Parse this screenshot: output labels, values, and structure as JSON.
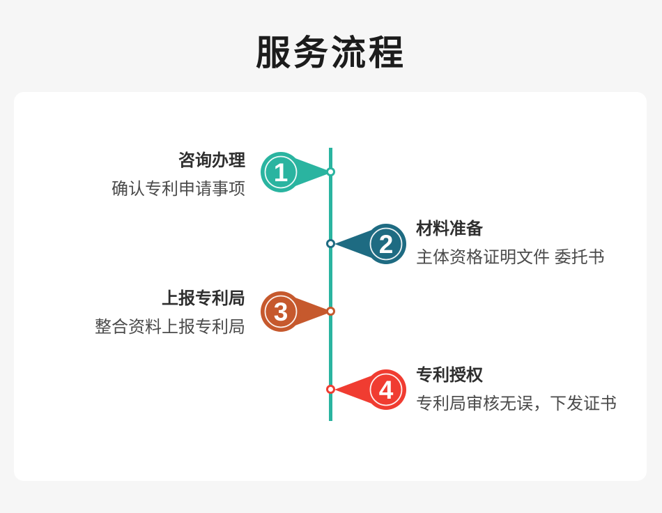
{
  "header": {
    "title": "服务流程"
  },
  "colors": {
    "page_background": "#f6f6f6",
    "card_background": "#ffffff",
    "title_text": "#1c1c1c",
    "step_title_text": "#2e2e2e",
    "step_desc_text": "#4a4a4a"
  },
  "timeline": {
    "line_color": "#2ab4a0"
  },
  "steps": [
    {
      "number": "1",
      "title": "咨询办理",
      "description": "确认专利申请事项",
      "color": "#2ab4a0",
      "side": "left"
    },
    {
      "number": "2",
      "title": "材料准备",
      "description": "主体资格证明文件 委托书",
      "color": "#1e6b82",
      "side": "right"
    },
    {
      "number": "3",
      "title": "上报专利局",
      "description": "整合资料上报专利局",
      "color": "#c6592d",
      "side": "left"
    },
    {
      "number": "4",
      "title": "专利授权",
      "description": "专利局审核无误，下发证书",
      "color": "#f03c31",
      "side": "right"
    }
  ]
}
